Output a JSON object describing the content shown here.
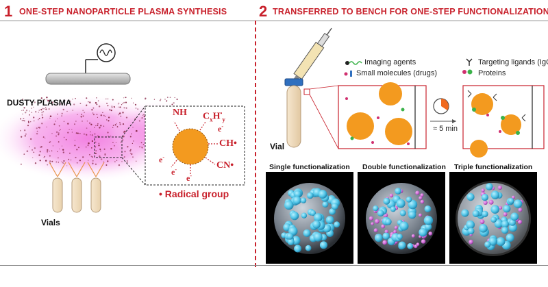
{
  "step1": {
    "number": "1",
    "title": "ONE-STEP NANOPARTICLE PLASMA SYNTHESIS",
    "dusty_plasma_label": "DUSTY PLASMA",
    "vials_label": "Vials",
    "radical_label": "• Radical group",
    "chem_labels": {
      "nh": "NH",
      "cxhy_main": "C",
      "cxhy_x": "x",
      "cxhy_h": "H",
      "cxhy_y": "y",
      "ch": "CH•",
      "cn": "CN•",
      "e1": "e",
      "e2": "e",
      "e3": "e",
      "e4": "e",
      "eminus": "-"
    }
  },
  "step2": {
    "number": "2",
    "title": "TRANSFERRED TO BENCH FOR ONE-STEP FUNCTIONALIZATION",
    "vial_label": "Vial",
    "legend": {
      "imaging_agents": "Imaging agents",
      "small_molecules": "Small molecules (drugs)",
      "targeting_ligands": "Targeting ligands (IgG)",
      "proteins": "Proteins"
    },
    "timer_label": "≈ 5 min",
    "panels": [
      {
        "title": "Single functionalization"
      },
      {
        "title": "Double functionalization"
      },
      {
        "title": "Triple functionalization"
      }
    ]
  },
  "colors": {
    "accent": "#c8202b",
    "nanoparticle": "#f39a1f",
    "plasma": "#f27ae0",
    "cyan_bead": "#58c8e8",
    "magenta_bead": "#d66ad8"
  }
}
